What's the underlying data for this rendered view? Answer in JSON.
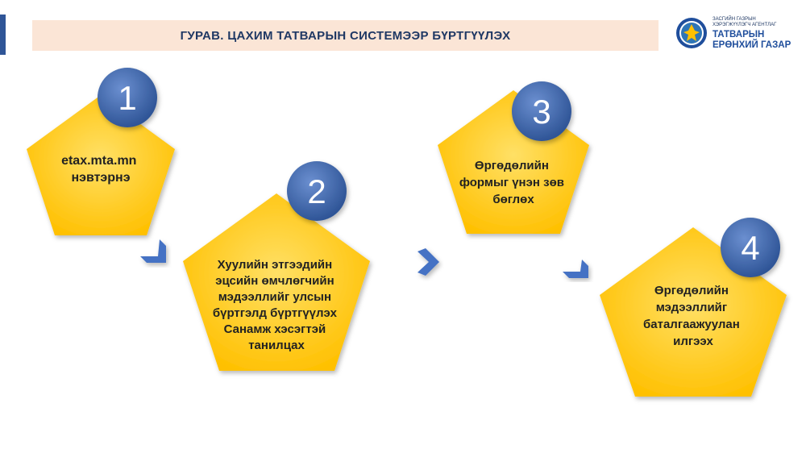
{
  "header": {
    "title": "ГУРАВ. ЦАХИМ ТАТВАРЫН СИСТЕМЭЭР БҮРТГҮҮЛЭХ"
  },
  "logo": {
    "small_lines": [
      "ЗАСГИЙН ГАЗРЫН",
      "ХЭРЭГЖҮҮЛЭГЧ АГЕНТЛАГ"
    ],
    "big_lines": [
      "ТАТВАРЫН",
      "ЕРӨНХИЙ ГАЗАР"
    ]
  },
  "steps": [
    {
      "number": "1",
      "lines": [
        "etax.mta.mn",
        "нэвтэрнэ"
      ]
    },
    {
      "number": "2",
      "lines": [
        "Хуулийн этгээдийн",
        "эцсийн өмчлөгчийн",
        "мэдээллийг улсын",
        "бүртгэлд бүртгүүлэх",
        "Санамж  хэсэгтэй",
        "танилцах"
      ]
    },
    {
      "number": "3",
      "lines": [
        "Өргөдөлийн",
        "формыг үнэн зөв",
        "бөглөх"
      ]
    },
    {
      "number": "4",
      "lines": [
        "Өргөдөлийн",
        "мэдээллийг",
        "баталгаажуулан",
        "илгээх"
      ]
    }
  ],
  "colors": {
    "pentagon": "#ffc000",
    "badge": "#2f5597",
    "arrow": "#4472c4",
    "title_band": "#fbe5d6",
    "title_text": "#1f3864"
  }
}
